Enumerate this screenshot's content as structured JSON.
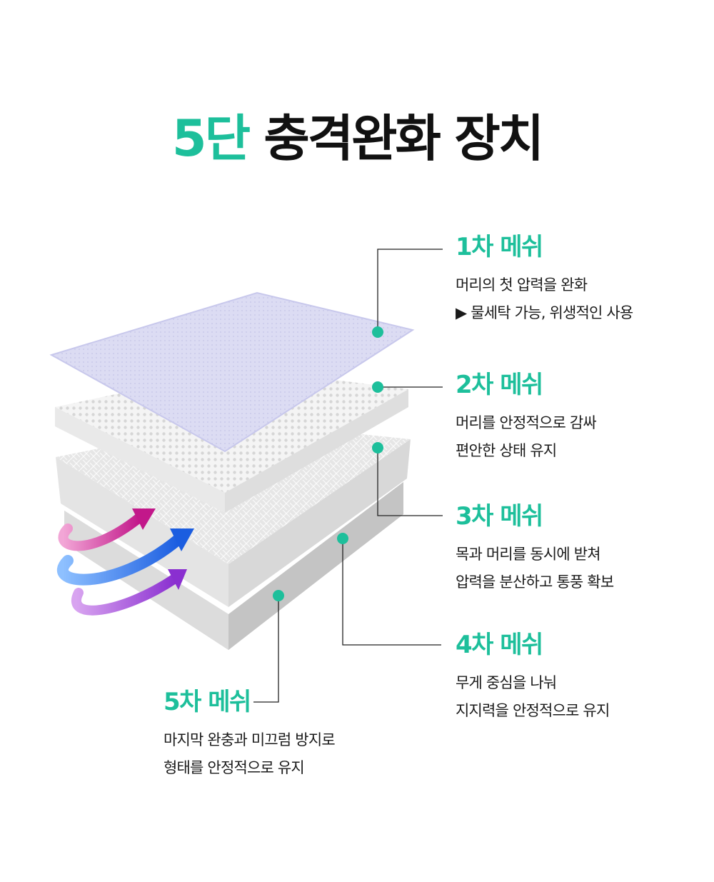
{
  "title": {
    "accent": "5단",
    "rest": "충격완화 장치"
  },
  "colors": {
    "accent": "#1dbf9b",
    "text": "#1a1a1a",
    "line": "#222222"
  },
  "layers": [
    {
      "name": "1차 메쉬",
      "lines": [
        "머리의 첫 압력을 완화",
        "▶ 물세탁 가능, 위생적인 사용"
      ]
    },
    {
      "name": "2차 메쉬",
      "lines": [
        "머리를 안정적으로 감싸",
        "편안한 상태 유지"
      ]
    },
    {
      "name": "3차 메쉬",
      "lines": [
        "목과 머리를 동시에 받쳐",
        "압력을 분산하고 통풍 확보"
      ]
    },
    {
      "name": "4차 메쉬",
      "lines": [
        "무게 중심을 나눠",
        "지지력을 안정적으로 유지"
      ]
    },
    {
      "name": "5차 메쉬",
      "lines": [
        "마지막 완충과 미끄럼 방지로",
        "형태를 안정적으로 유지"
      ]
    }
  ]
}
